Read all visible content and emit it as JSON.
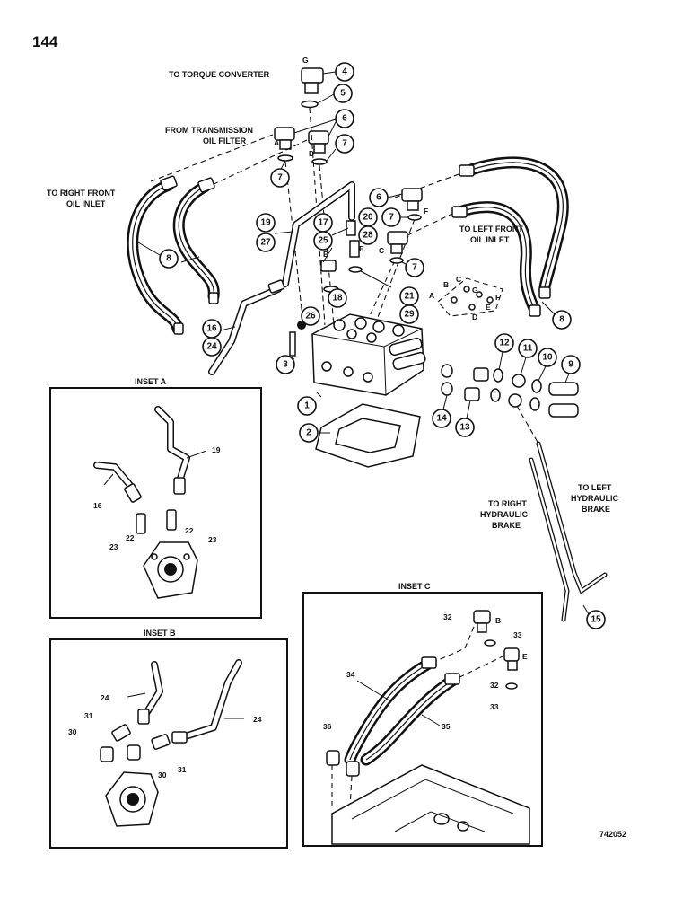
{
  "page_number": "144",
  "figure_id": "742052",
  "labels": {
    "to_torque_converter": "TO TORQUE CONVERTER",
    "from_transmission_1": "FROM TRANSMISSION",
    "from_transmission_2": "OIL FILTER",
    "to_right_front_1": "TO RIGHT FRONT",
    "to_right_front_2": "OIL INLET",
    "to_left_front_1": "TO LEFT FRONT",
    "to_left_front_2": "OIL INLET",
    "to_right_brake_1": "TO RIGHT",
    "to_right_brake_2": "HYDRAULIC",
    "to_right_brake_3": "BRAKE",
    "to_left_brake_1": "TO LEFT",
    "to_left_brake_2": "HYDRAULIC",
    "to_left_brake_3": "BRAKE"
  },
  "insets": {
    "a": "INSET A",
    "b": "INSET B",
    "c": "INSET C"
  },
  "letters": {
    "g": "G",
    "a": "A",
    "d": "D",
    "e": "E",
    "f": "F",
    "c": "C",
    "b": "B",
    "gasket_a": "A",
    "gasket_b": "B",
    "gasket_c": "C",
    "gasket_g": "G",
    "gasket_f": "F",
    "gasket_e": "E",
    "gasket_d": "D",
    "inset_c_b": "B",
    "inset_c_e": "E"
  },
  "callouts": {
    "c4": "4",
    "c5": "5",
    "c6a": "6",
    "c7a": "7",
    "c7b": "7",
    "c6b": "6",
    "c7c": "7",
    "c7d": "7",
    "c8a": "8",
    "c8b": "8",
    "c19": "19",
    "c27": "27",
    "c17": "17",
    "c25": "25",
    "c20": "20",
    "c28": "28",
    "c18": "18",
    "c26": "26",
    "c21": "21",
    "c29": "29",
    "c16": "16",
    "c24": "24",
    "c3": "3",
    "c1": "1",
    "c2": "2",
    "c14": "14",
    "c13": "13",
    "c12": "12",
    "c11": "11",
    "c10": "10",
    "c9": "9",
    "c15": "15"
  },
  "inset_numbers": {
    "a19": "19",
    "a16": "16",
    "a22l": "22",
    "a22r": "22",
    "a23l": "23",
    "a23r": "23",
    "b24l": "24",
    "b24r": "24",
    "b31l": "31",
    "b31r": "31",
    "b30l": "30",
    "b30r": "30",
    "c32a": "32",
    "c33a": "33",
    "c32b": "32",
    "c33b": "33",
    "c34": "34",
    "c35": "35",
    "c36": "36"
  }
}
